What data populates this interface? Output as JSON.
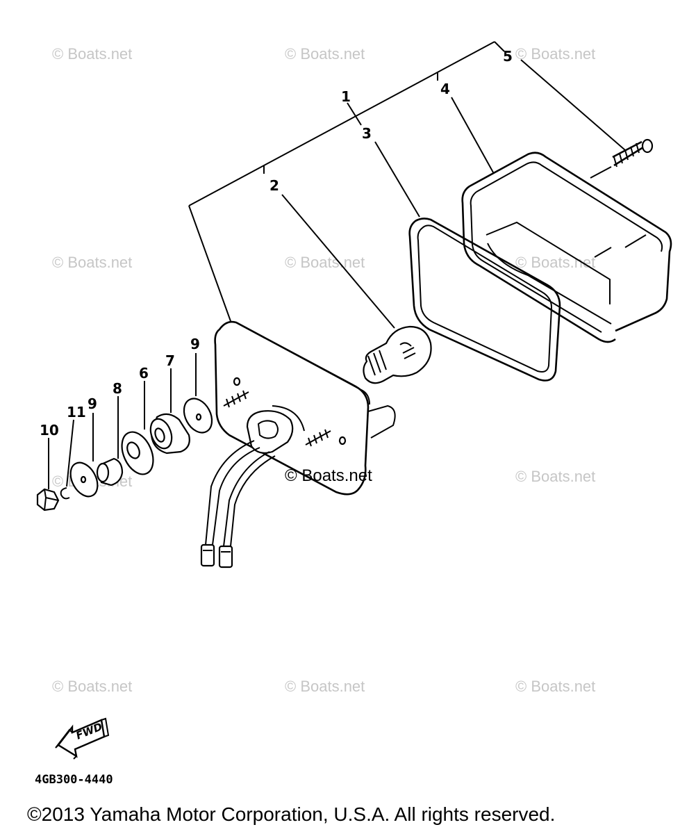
{
  "diagram": {
    "callouts": [
      {
        "id": "1",
        "label": "1"
      },
      {
        "id": "2",
        "label": "2"
      },
      {
        "id": "3",
        "label": "3"
      },
      {
        "id": "4",
        "label": "4"
      },
      {
        "id": "5",
        "label": "5"
      },
      {
        "id": "6",
        "label": "6"
      },
      {
        "id": "7",
        "label": "7"
      },
      {
        "id": "8",
        "label": "8"
      },
      {
        "id": "9a",
        "label": "9"
      },
      {
        "id": "9b",
        "label": "9"
      },
      {
        "id": "10",
        "label": "10"
      },
      {
        "id": "11",
        "label": "11"
      }
    ],
    "watermark": "© Boats.net",
    "fwd_arrow_label": "FWD",
    "diagram_code": "4GB300-4440",
    "copyright": "©2013 Yamaha Motor Corporation, U.S.A. All rights reserved."
  }
}
